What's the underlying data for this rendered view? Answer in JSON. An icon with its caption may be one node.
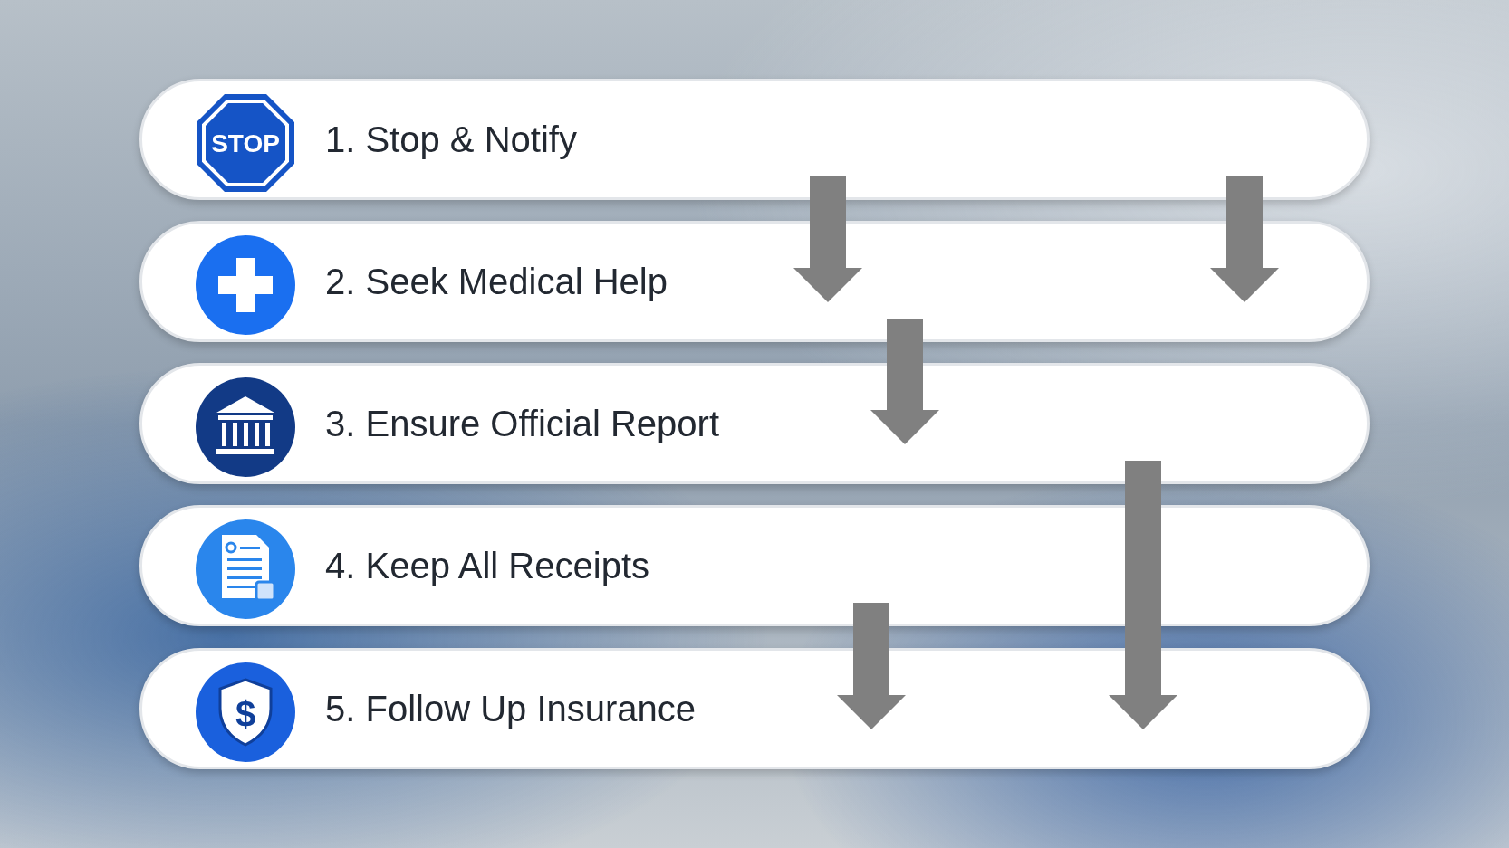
{
  "diagram": {
    "nodes": [
      {
        "text": [
          "1. Stop & Notify"
        ]
      },
      {
        "text": [
          "2. Seek Medical Help"
        ]
      },
      {
        "text": [
          "3. Ensure Official Report"
        ]
      },
      {
        "text": [
          "4. Keep All Receipts"
        ]
      },
      {
        "text": [
          "5. Follow Up Insurance"
        ]
      }
    ],
    "edges": [
      {
        "from": 0,
        "to": 1,
        "arrow": "to",
        "style": "thick",
        "color": "#808080"
      },
      {
        "from": 0,
        "to": 1,
        "arrow": "to",
        "style": "thick",
        "color": "#808080"
      },
      {
        "from": 1,
        "to": 2,
        "arrow": "to",
        "style": "thick",
        "color": "#808080"
      },
      {
        "from": 2,
        "to": 4,
        "arrow": "to",
        "style": "thick",
        "color": "#808080"
      },
      {
        "from": 3,
        "to": 4,
        "arrow": "to",
        "style": "thick",
        "color": "#808080"
      }
    ],
    "labels": [
      "STOP",
      "$"
    ]
  }
}
